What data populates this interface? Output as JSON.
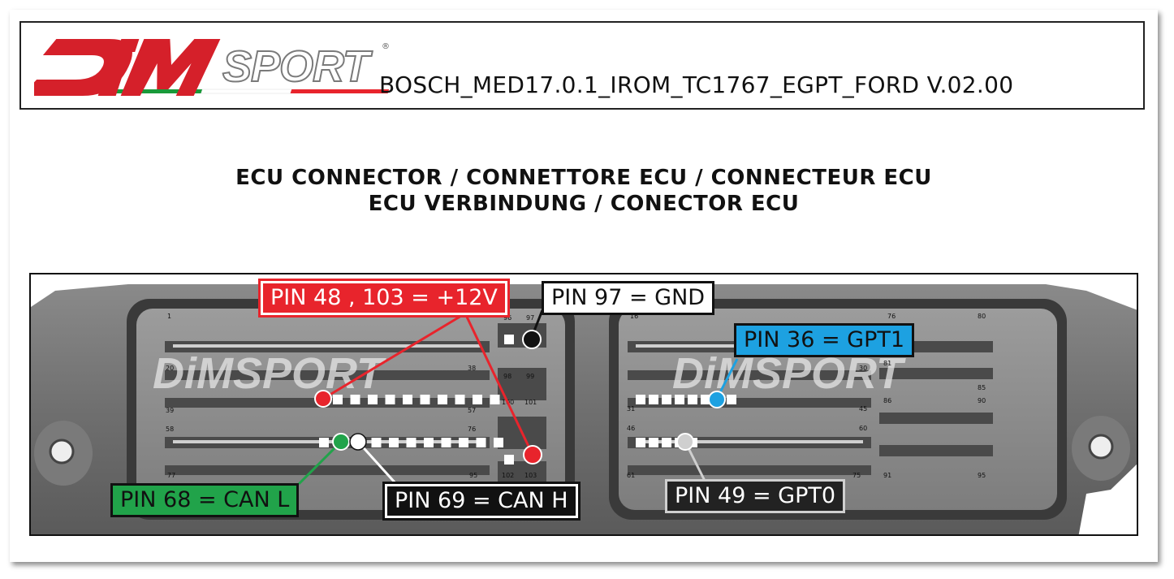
{
  "header": {
    "logo_text": "DiMSPORT",
    "document_title": "BOSCH_MED17.0.1_IROM_TC1767_EGPT_FORD V.02.00"
  },
  "section": {
    "title_line1": "ECU CONNECTOR / CONNETTORE ECU / CONNECTEUR ECU",
    "title_line2": "ECU VERBINDUNG / CONECTOR ECU"
  },
  "connector": {
    "watermark": "DiMSPORT",
    "left_block_pin_numbers": [
      "1",
      "20",
      "39",
      "58",
      "77",
      "38",
      "57",
      "76",
      "95"
    ],
    "left_side_pin_numbers": [
      "96",
      "97",
      "98",
      "99",
      "100",
      "101",
      "102",
      "103"
    ],
    "right_block_pin_numbers": [
      "16",
      "31",
      "46",
      "61",
      "30",
      "45",
      "60",
      "75"
    ],
    "right_side_pin_numbers": [
      "76",
      "80",
      "81",
      "85",
      "86",
      "90",
      "91",
      "95"
    ],
    "labels": {
      "power": "PIN 48 , 103 = +12V",
      "ground": "PIN 97 = GND",
      "gpt1": "PIN 36 = GPT1",
      "can_l": "PIN 68 = CAN L",
      "can_h": "PIN 69 = CAN H",
      "gpt0": "PIN 49 = GPT0"
    },
    "colors": {
      "power": "#e8242c",
      "ground": "#111111",
      "gpt1": "#1da1e1",
      "can_l": "#21a34a",
      "can_h": "#ffffff",
      "gpt0": "#cfcfcf"
    }
  }
}
